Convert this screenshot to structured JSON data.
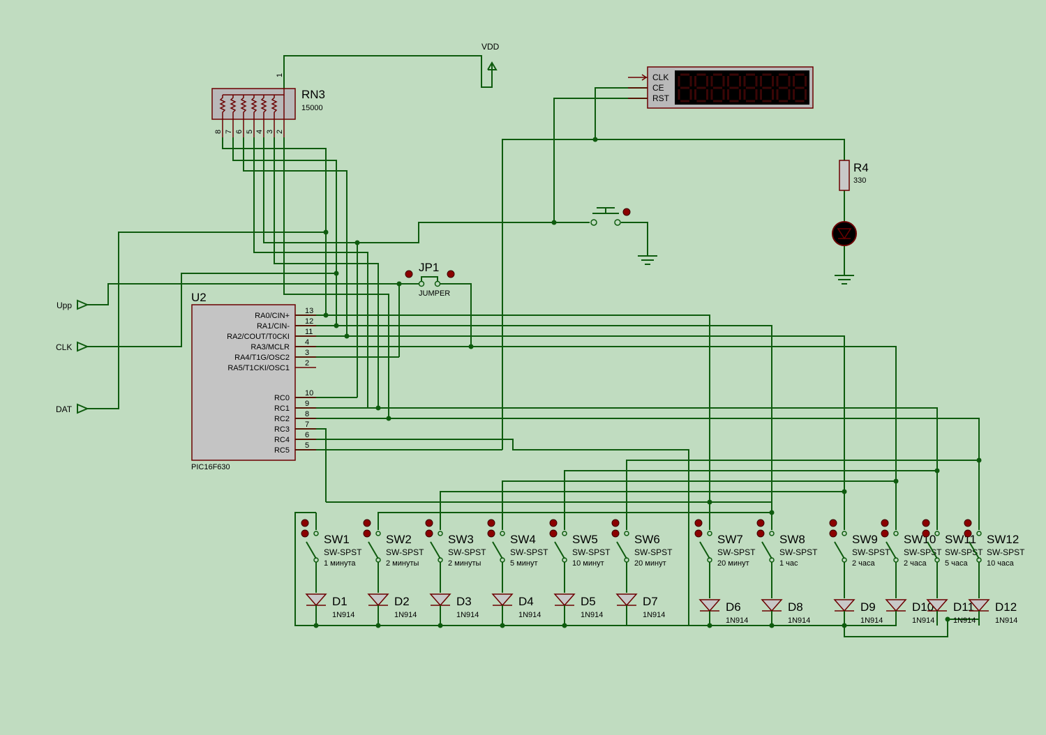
{
  "schematic": {
    "vdd": "VDD",
    "rn3": {
      "ref": "RN3",
      "value": "15000",
      "pins": [
        "1",
        "2",
        "3",
        "4",
        "5",
        "6",
        "7",
        "8"
      ]
    },
    "display": {
      "pins": [
        "CLK",
        "CE",
        "RST"
      ]
    },
    "r4": {
      "ref": "R4",
      "value": "330"
    },
    "jp1": {
      "ref": "JP1",
      "value": "JUMPER"
    },
    "terminals": {
      "upp": "Upp",
      "clk": "CLK",
      "dat": "DAT"
    },
    "u2": {
      "ref": "U2",
      "part": "PIC16F630",
      "left_pins": [
        {
          "name": "RA0/CIN+",
          "num": "13"
        },
        {
          "name": "RA1/CIN-",
          "num": "12"
        },
        {
          "name": "RA2/COUT/T0CKI",
          "num": "11"
        },
        {
          "name": "RA3/MCLR",
          "num": "4"
        },
        {
          "name": "RA4/T1G/OSC2",
          "num": "3"
        },
        {
          "name": "RA5/T1CKI/OSC1",
          "num": "2"
        },
        {
          "name": "RC0",
          "num": "10"
        },
        {
          "name": "RC1",
          "num": "9"
        },
        {
          "name": "RC2",
          "num": "8"
        },
        {
          "name": "RC3",
          "num": "7"
        },
        {
          "name": "RC4",
          "num": "6"
        },
        {
          "name": "RC5",
          "num": "5"
        }
      ]
    },
    "switches": [
      {
        "ref": "SW1",
        "type": "SW-SPST",
        "note": "1 минута"
      },
      {
        "ref": "SW2",
        "type": "SW-SPST",
        "note": "2 минуты"
      },
      {
        "ref": "SW3",
        "type": "SW-SPST",
        "note": "2 минуты"
      },
      {
        "ref": "SW4",
        "type": "SW-SPST",
        "note": "5 минут"
      },
      {
        "ref": "SW5",
        "type": "SW-SPST",
        "note": "10 минут"
      },
      {
        "ref": "SW6",
        "type": "SW-SPST",
        "note": "20 минут"
      },
      {
        "ref": "SW7",
        "type": "SW-SPST",
        "note": "20 минут"
      },
      {
        "ref": "SW8",
        "type": "SW-SPST",
        "note": "1 час"
      },
      {
        "ref": "SW9",
        "type": "SW-SPST",
        "note": "2 часа"
      },
      {
        "ref": "SW10",
        "type": "SW-SPST",
        "note": "2 часа"
      },
      {
        "ref": "SW11",
        "type": "SW-SPST",
        "note": "5 часа"
      },
      {
        "ref": "SW12",
        "type": "SW-SPST",
        "note": "10 часа"
      }
    ],
    "diodes": [
      {
        "ref": "D1",
        "type": "1N914"
      },
      {
        "ref": "D2",
        "type": "1N914"
      },
      {
        "ref": "D3",
        "type": "1N914"
      },
      {
        "ref": "D4",
        "type": "1N914"
      },
      {
        "ref": "D5",
        "type": "1N914"
      },
      {
        "ref": "D7",
        "type": "1N914"
      },
      {
        "ref": "D6",
        "type": "1N914"
      },
      {
        "ref": "D8",
        "type": "1N914"
      },
      {
        "ref": "D9",
        "type": "1N914"
      },
      {
        "ref": "D10",
        "type": "1N914"
      },
      {
        "ref": "D11",
        "type": "1N914"
      },
      {
        "ref": "D12",
        "type": "1N914"
      }
    ]
  }
}
